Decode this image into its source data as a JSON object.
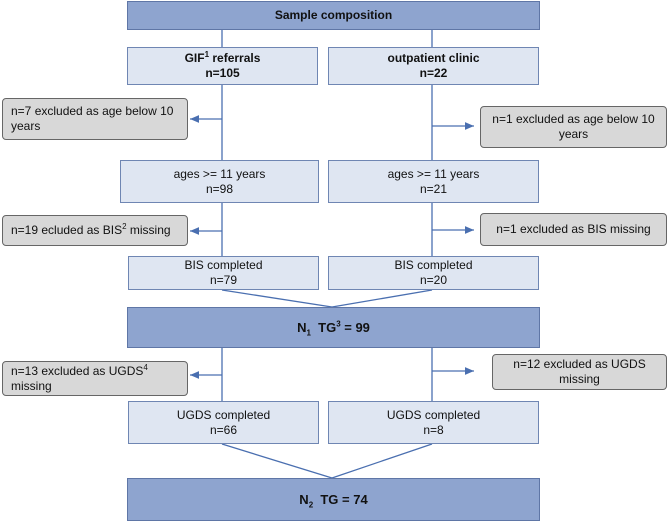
{
  "sample": {
    "title": "Sample composition"
  },
  "left": {
    "source": {
      "name": "GIF",
      "sup": "1",
      "name_rest": " referrals",
      "n": "n=105"
    },
    "excl_age": {
      "line1": "n=7 excluded as age below 10",
      "line2": "years"
    },
    "ages": {
      "line1": "ages >= 11 years",
      "line2": "n=98"
    },
    "excl_bis": {
      "pre": "n=19 ecluded as BIS",
      "sup": "2",
      "post": " missing"
    },
    "bis": {
      "line1": "BIS completed",
      "line2": "n=79"
    },
    "excl_ugds": {
      "pre": "n=13 excluded as UGDS",
      "sup": "4",
      "line2": "missing"
    },
    "ugds": {
      "line1": "UGDS completed",
      "line2": "n=66"
    }
  },
  "right": {
    "source": {
      "name": "outpatient clinic",
      "n": "n=22"
    },
    "excl_age": {
      "line1": "n=1 excluded as age below 10",
      "line2": "years"
    },
    "ages": {
      "line1": "ages >= 11 years",
      "line2": "n=21"
    },
    "excl_bis": {
      "text": "n=1 excluded as BIS missing"
    },
    "bis": {
      "line1": "BIS completed",
      "line2": "n=20"
    },
    "excl_ugds": {
      "line1": "n=12 excluded as UGDS",
      "line2": "missing"
    },
    "ugds": {
      "line1": "UGDS completed",
      "line2": "n=8"
    }
  },
  "n1": {
    "n": "N",
    "sub": "1",
    "tg": "  TG",
    "sup": "3",
    "val": " = 99"
  },
  "n2": {
    "n": "N",
    "sub": "2",
    "tg": "  TG = 74"
  }
}
